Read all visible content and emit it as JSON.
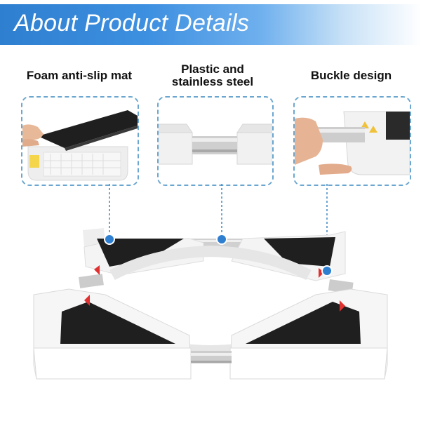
{
  "banner": {
    "title": "About Product Details"
  },
  "features": [
    {
      "label_lines": [
        "Foam anti-slip mat"
      ]
    },
    {
      "label_lines": [
        "Plastic and",
        "stainless steel"
      ]
    },
    {
      "label_lines": [
        "Buckle design"
      ]
    }
  ],
  "colors": {
    "banner_blue": "#3d8fe0",
    "dashed_border": "#6aa6cf",
    "mat_black": "#1f1f1f",
    "frame_white": "#f3f3f3",
    "steel": "#c9c9c9",
    "arrow_red": "#e03030"
  }
}
